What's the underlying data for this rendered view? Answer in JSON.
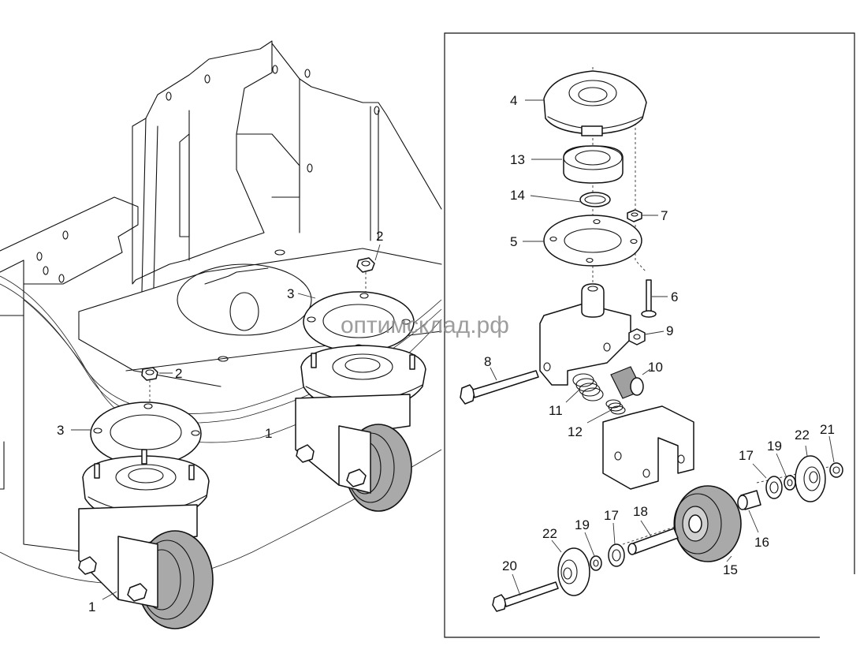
{
  "diagram": {
    "title": "Caster wheel assembly exploded view",
    "watermark": "оптимсклад.рф",
    "colors": {
      "line": "#111111",
      "tire": "#a9a9a9",
      "background": "#ffffff",
      "watermark": "#8c8c8c"
    },
    "overview_callouts": [
      {
        "id": "ov-2a",
        "label": "2",
        "part": "nut"
      },
      {
        "id": "ov-3a",
        "label": "3",
        "part": "mounting plate"
      },
      {
        "id": "ov-1a",
        "label": "1",
        "part": "caster assembly"
      },
      {
        "id": "ov-2b",
        "label": "2",
        "part": "nut"
      },
      {
        "id": "ov-3b",
        "label": "3",
        "part": "mounting plate"
      },
      {
        "id": "ov-1b",
        "label": "1",
        "part": "caster assembly"
      }
    ],
    "detail_callouts": [
      {
        "id": "d4",
        "label": "4",
        "part": "swivel ring"
      },
      {
        "id": "d13",
        "label": "13",
        "part": "bearing"
      },
      {
        "id": "d14",
        "label": "14",
        "part": "retaining ring"
      },
      {
        "id": "d7",
        "label": "7",
        "part": "nut"
      },
      {
        "id": "d5",
        "label": "5",
        "part": "plate"
      },
      {
        "id": "d6",
        "label": "6",
        "part": "bolt"
      },
      {
        "id": "d9",
        "label": "9",
        "part": "nut"
      },
      {
        "id": "d8",
        "label": "8",
        "part": "bolt"
      },
      {
        "id": "d10",
        "label": "10",
        "part": "bushing"
      },
      {
        "id": "d11",
        "label": "11",
        "part": "spring"
      },
      {
        "id": "d12",
        "label": "12",
        "part": "spring"
      },
      {
        "id": "d21",
        "label": "21",
        "part": "nut"
      },
      {
        "id": "d22r",
        "label": "22",
        "part": "wheel cover"
      },
      {
        "id": "d19r",
        "label": "19",
        "part": "washer"
      },
      {
        "id": "d17r",
        "label": "17",
        "part": "bearing"
      },
      {
        "id": "d16",
        "label": "16",
        "part": "spacer"
      },
      {
        "id": "d18",
        "label": "18",
        "part": "spacer tube"
      },
      {
        "id": "d15",
        "label": "15",
        "part": "wheel"
      },
      {
        "id": "d22l",
        "label": "22",
        "part": "wheel cover"
      },
      {
        "id": "d19l",
        "label": "19",
        "part": "washer"
      },
      {
        "id": "d17l",
        "label": "17",
        "part": "bearing"
      },
      {
        "id": "d20",
        "label": "20",
        "part": "axle bolt"
      }
    ]
  }
}
